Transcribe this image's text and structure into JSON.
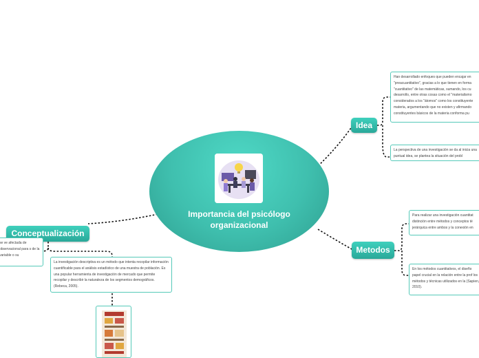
{
  "center": {
    "title": "Importancia del psicólogo organizacional",
    "image": "team-meeting-illustration"
  },
  "topics": {
    "idea": "Idea",
    "metodos": "Metodos",
    "conceptualizacion": "Conceptualización"
  },
  "notes": {
    "idea_1": "Han desarrollado enfoques que pueden encajar en \"preacuantitativo\", gracias a lo que tienen en forma \"cuantitativo\" de las matemáticas, sumando, los cu desarrollo, entre otras cosas como el \"materialismo considerados a los \"átomos\" como los constituyente materia, argumentando que no existen y afirmando constituyentes básicos de la materia conforma pu",
    "idea_2": "La perspectiva de una investigación se da al inicia una puntual idea, se plantea la situación del probl",
    "metodos_1": "Para realizar una investigación cuantitat distinción entre métodos y conceptos té jerárquica entre ambos y la conexión en",
    "metodos_2": "En los métodos cuantitativos, el diseño papel crucial en la relación entre la prof los métodos y técnicas utilizados en la (Sapien, 2010).",
    "concept_1": "se ve afectada de observacional para s de la variable o su",
    "concept_2": "La investigación descriptiva es un método que intenta recopilar información cuantificable para el análisis estadístico de una muestra de población. Es una popular herramienta de investigación de mercado que permite recopilar y describir la naturaleza de los segmentos demográficos. (Rebeca, 2005)."
  },
  "colors": {
    "accent": "#3fbfae",
    "topic": "#2aa899",
    "connector": "#111111",
    "note_border": "#54c9b8"
  }
}
